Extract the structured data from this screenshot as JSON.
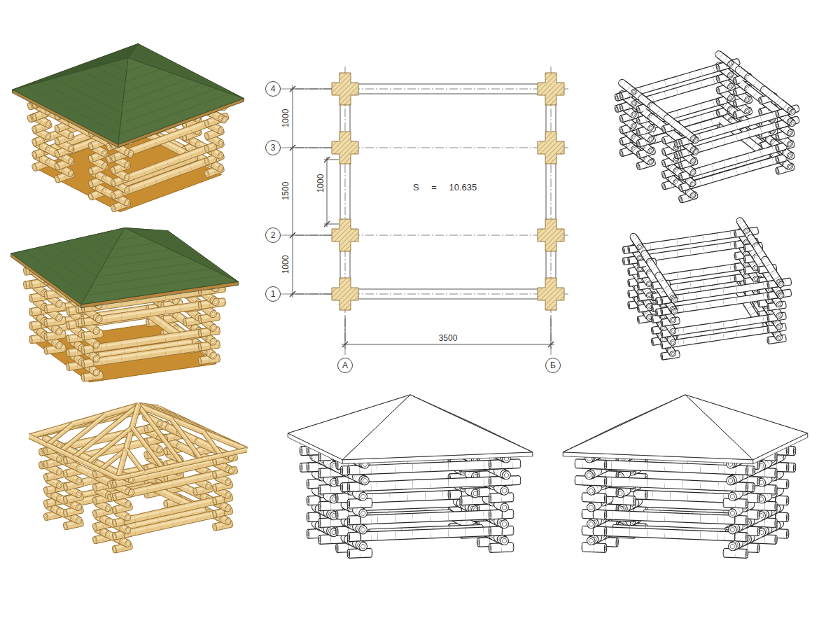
{
  "diagram": {
    "nodes": [
      {
        "text": [
          "4"
        ]
      },
      {
        "text": [
          "3"
        ]
      },
      {
        "text": [
          "2"
        ]
      },
      {
        "text": [
          "1"
        ]
      },
      {
        "text": [
          "А"
        ]
      },
      {
        "text": [
          "Б"
        ]
      }
    ],
    "labels": [
      "1000",
      "1500",
      "1000",
      "1000",
      "S = 10.635",
      "3500"
    ]
  }
}
